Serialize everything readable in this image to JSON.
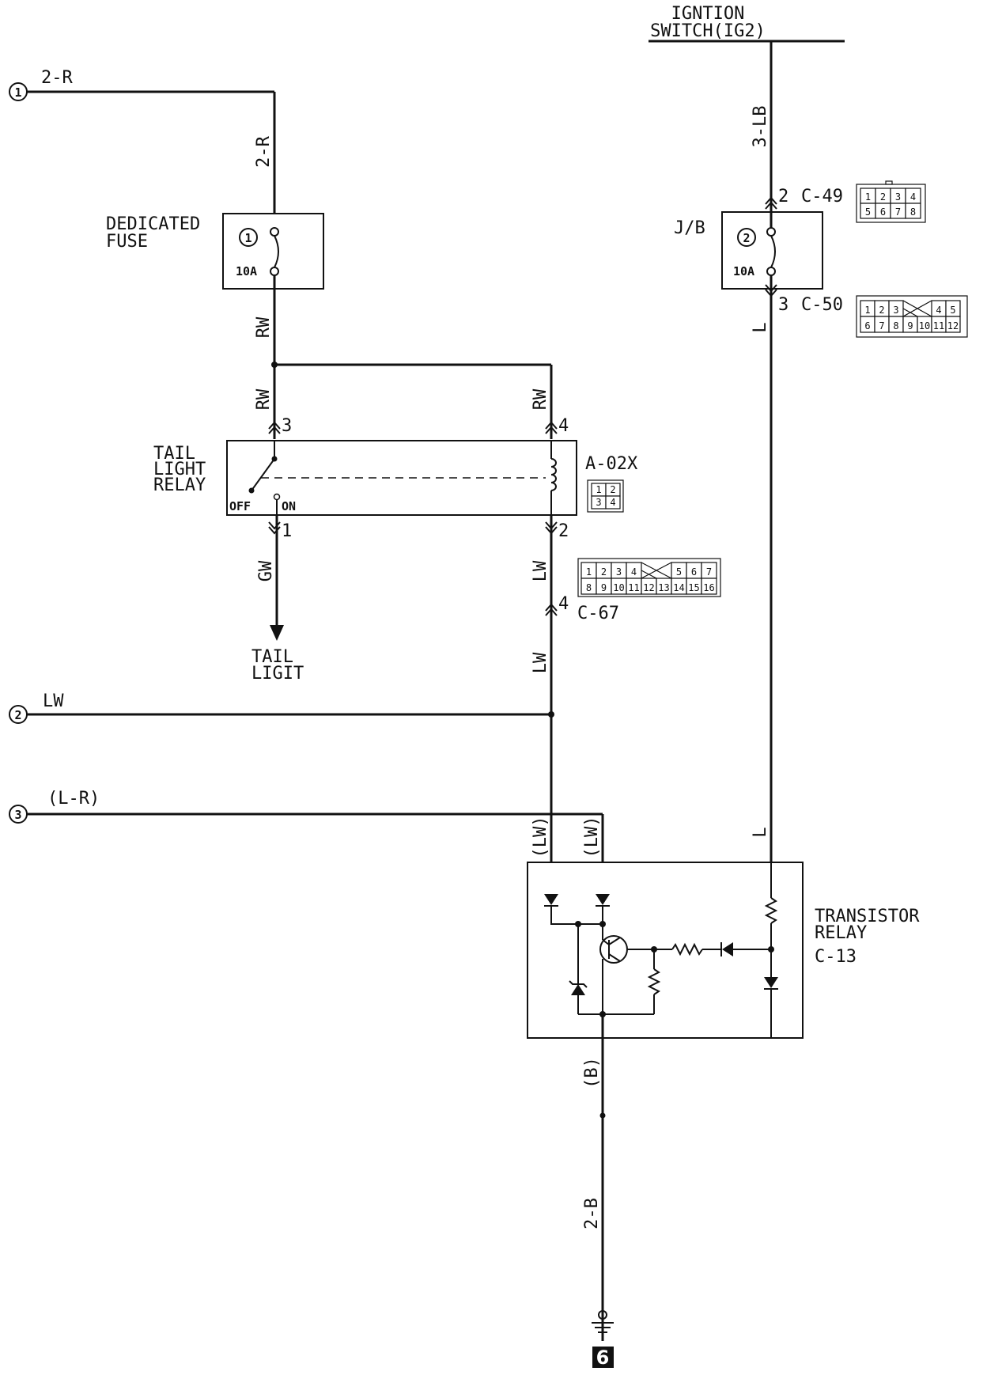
{
  "ignition": {
    "line1": "IGNTION",
    "line2": "SWITCH(IG2)"
  },
  "connections": {
    "c1": {
      "num": "1",
      "label": "2-R"
    },
    "c2": {
      "num": "2",
      "label": "LW"
    },
    "c3": {
      "num": "3",
      "label": "(L-R)"
    }
  },
  "wires": {
    "w_2r_vert": "2-R",
    "w_rw1": "RW",
    "w_rw2": "RW",
    "w_rw3": "RW",
    "w_gw": "GW",
    "w_lw1": "LW",
    "w_lw2": "LW",
    "w_3lb": "3-LB",
    "w_l1": "L",
    "w_l2": "L",
    "w_lw_p1": "(LW)",
    "w_lw_p2": "(LW)",
    "w_b": "(B)",
    "w_2b": "2-B"
  },
  "dedicated_fuse": {
    "line1": "DEDICATED",
    "line2": "FUSE",
    "num": "1",
    "rating": "10A"
  },
  "jb_fuse": {
    "label": "J/B",
    "num": "2",
    "rating": "10A"
  },
  "tail_light_relay": {
    "line1": "TAIL",
    "line2": "LIGHT",
    "line3": "RELAY",
    "off": "OFF",
    "on": "ON",
    "pin3": "3",
    "pin4": "4",
    "pin1": "1",
    "pin2": "2",
    "connector": "A-02X"
  },
  "tail_light": {
    "line1": "TAIL",
    "line2": "LIGIT"
  },
  "connectors": {
    "c49": {
      "pin": "2",
      "name": "C-49"
    },
    "c50": {
      "pin": "3",
      "name": "C-50"
    },
    "c67": {
      "pin": "4",
      "name": "C-67"
    }
  },
  "pin_blocks": {
    "a02x": [
      "1",
      "2",
      "3",
      "4"
    ],
    "c49": [
      "1",
      "2",
      "3",
      "4",
      "5",
      "6",
      "7",
      "8"
    ],
    "c50_top": [
      "1",
      "2",
      "3",
      "4",
      "5"
    ],
    "c50_bottom": [
      "6",
      "7",
      "8",
      "9",
      "10",
      "11",
      "12"
    ],
    "c67_top": [
      "1",
      "2",
      "3",
      "4",
      "5",
      "6",
      "7"
    ],
    "c67_bottom": [
      "8",
      "9",
      "10",
      "11",
      "12",
      "13",
      "14",
      "15",
      "16"
    ]
  },
  "transistor_relay": {
    "line1": "TRANSISTOR",
    "line2": "RELAY",
    "line3": "C-13"
  },
  "ground": {
    "num": "6"
  }
}
